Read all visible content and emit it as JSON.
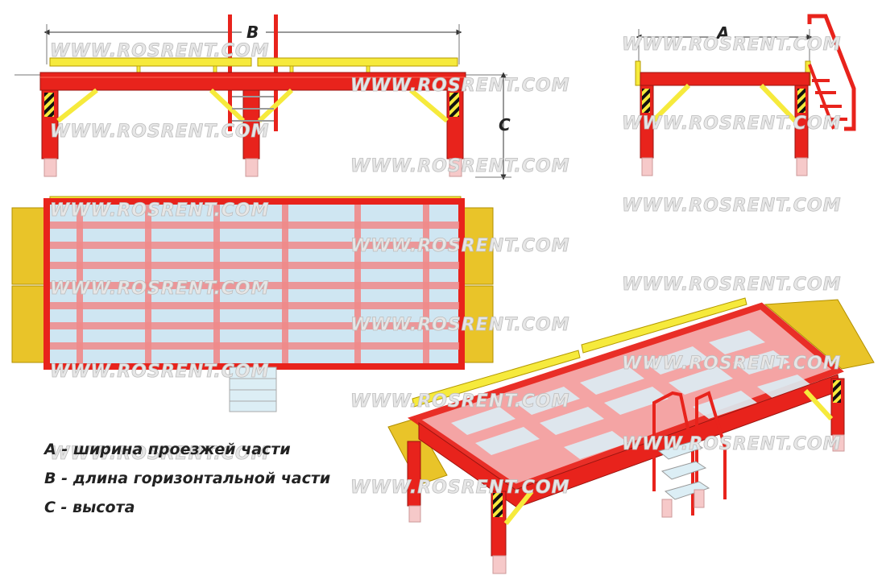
{
  "dimensions": {
    "a_letter": "A",
    "b_letter": "B",
    "c_letter": "C"
  },
  "legend": [
    {
      "text": "A - ширина проезжей части"
    },
    {
      "text": "B - длина горизонтальной части"
    },
    {
      "text": "C - высота"
    }
  ],
  "watermark": "WWW.ROSRENT.COM",
  "colors": {
    "frame_red": "#e8231c",
    "rail_yellow": "#f6ea3c",
    "ramp_yellow": "#e9c429",
    "deck_glass": "#cfe6f2",
    "leg_foot": "#f6c9c9"
  }
}
